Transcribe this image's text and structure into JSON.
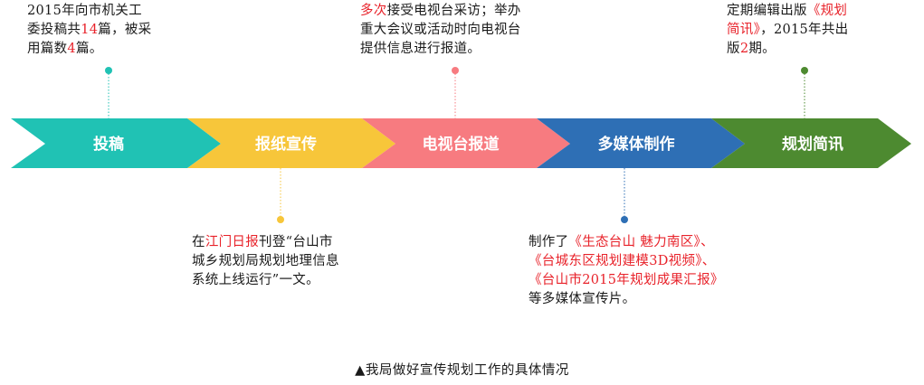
{
  "stages": [
    {
      "label": "投稿",
      "color": "#20c2b4"
    },
    {
      "label": "报纸宣传",
      "color": "#f7c63a"
    },
    {
      "label": "电视台报道",
      "color": "#f77b80"
    },
    {
      "label": "多媒体制作",
      "color": "#2e6fb5"
    },
    {
      "label": "规划简讯",
      "color": "#4d8a30"
    }
  ],
  "notes": {
    "tougao": {
      "line1": "2015年向市机关工",
      "line2a": "委投稿共",
      "line2b": "14",
      "line2c": "篇，被采",
      "line3a": "用篇数",
      "line3b": "4",
      "line3c": "篇。"
    },
    "baozhi": {
      "line1a": "在",
      "line1b": "江门日报",
      "line1c": "刊登“台山市",
      "line2": "城乡规划局规划地理信息",
      "line3": "系统上线运行”一文。"
    },
    "dianshi": {
      "line1a": "多次",
      "line1b": "接受电视台采访；举办",
      "line2": "重大会议或活动时向电视台",
      "line3": "提供信息进行报道。"
    },
    "duomeiti": {
      "line1a": "制作了",
      "line1b": "《生态台山 魅力南区》、",
      "line2": "《台城东区规划建模3D视频》、",
      "line3": "《台山市2015年规划成果汇报》",
      "line4": "等多媒体宣传片。"
    },
    "jianxun": {
      "line1a": "定期编辑出版",
      "line1b": "《规划",
      "line2a": "简讯》",
      "line2b": "，2015年共出",
      "line3a": "版",
      "line3b": "2",
      "line3c": "期。"
    }
  },
  "caption": "▲我局做好宣传规划工作的具体情况"
}
